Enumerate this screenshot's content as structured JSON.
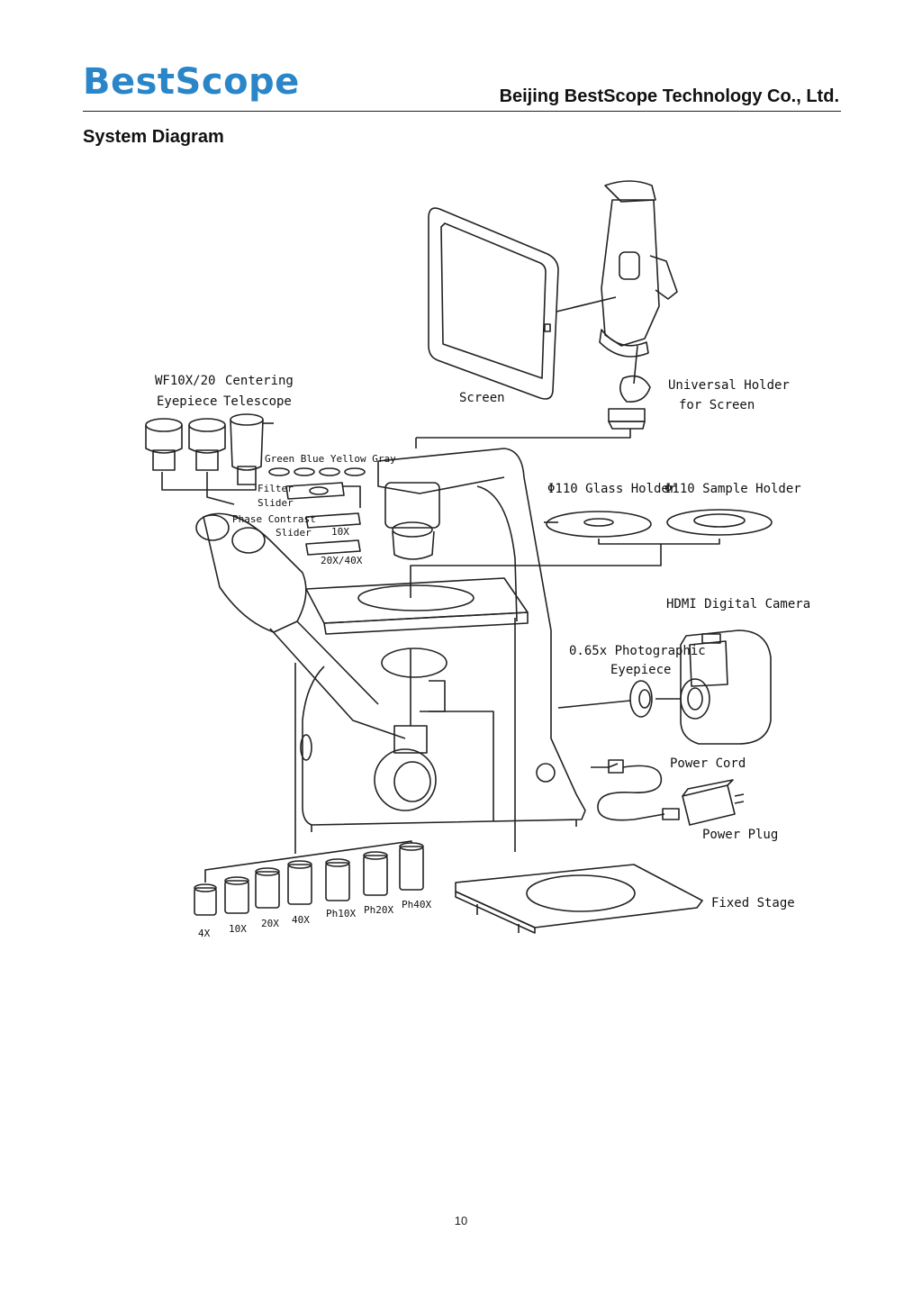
{
  "header": {
    "logo_text": "BestScope",
    "company_name": "Beijing BestScope Technology Co., Ltd."
  },
  "section_title": "System Diagram",
  "diagram": {
    "labels": {
      "eyepiece_line1": "WF10X/20",
      "eyepiece_line2": "Eyepiece",
      "telescope_line1": "Centering",
      "telescope_line2": "Telescope",
      "filters": "Green Blue Yellow Gray",
      "filter_slider_line1": "Filter",
      "filter_slider_line2": "Slider",
      "phase_slider_line1": "Phase Contrast",
      "phase_slider_line2": "Slider",
      "slider_10x": "10X",
      "slider_20x40x": "20X/40X",
      "screen": "Screen",
      "holder_line1": "Universal Holder",
      "holder_line2": "for Screen",
      "glass_holder": "Φ110 Glass Holder",
      "sample_holder": "Φ110 Sample Holder",
      "camera": "HDMI Digital Camera",
      "photo_eyepiece_line1": "0.65x Photographic",
      "photo_eyepiece_line2": "Eyepiece",
      "power_cord": "Power Cord",
      "power_plug": "Power Plug",
      "fixed_stage": "Fixed Stage"
    },
    "objectives": [
      "4X",
      "10X",
      "20X",
      "40X",
      "Ph10X",
      "Ph20X",
      "Ph40X"
    ]
  },
  "page_number": "10"
}
